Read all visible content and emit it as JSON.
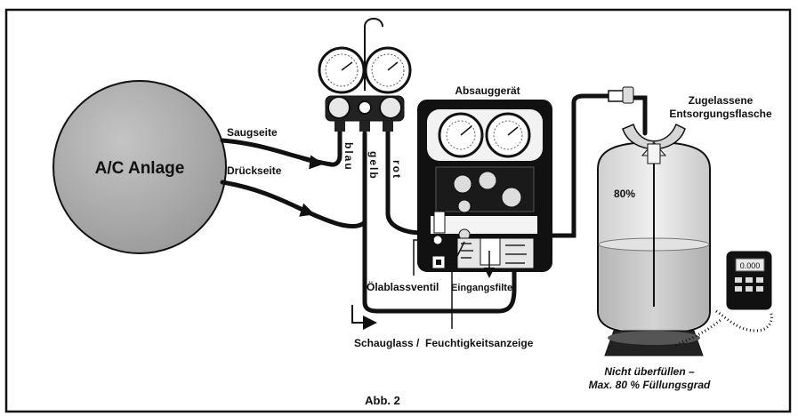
{
  "labels": {
    "ac_unit": "A/C Anlage",
    "suction_side": "Saugseite",
    "pressure_side": "Drückseite",
    "hose_blue": "blau",
    "hose_yellow": "gelb",
    "hose_red": "rot",
    "recovery_unit": "Absauggerät",
    "tank_line1": "Zugelassene",
    "tank_line2": "Entsorgungsflasche",
    "fill_percent": "80%",
    "oil_drain_valve": "Ölablassventil",
    "inlet_filter": "Eingangsfilter",
    "sight_glass": "Schauglass /  Feuchtigkeitsanzeige",
    "warning_line1": "Nicht überfüllen –",
    "warning_line2": "Max. 80 % Füllungsgrad",
    "figure_caption": "Abb. 2",
    "scale_display": "0.000"
  }
}
